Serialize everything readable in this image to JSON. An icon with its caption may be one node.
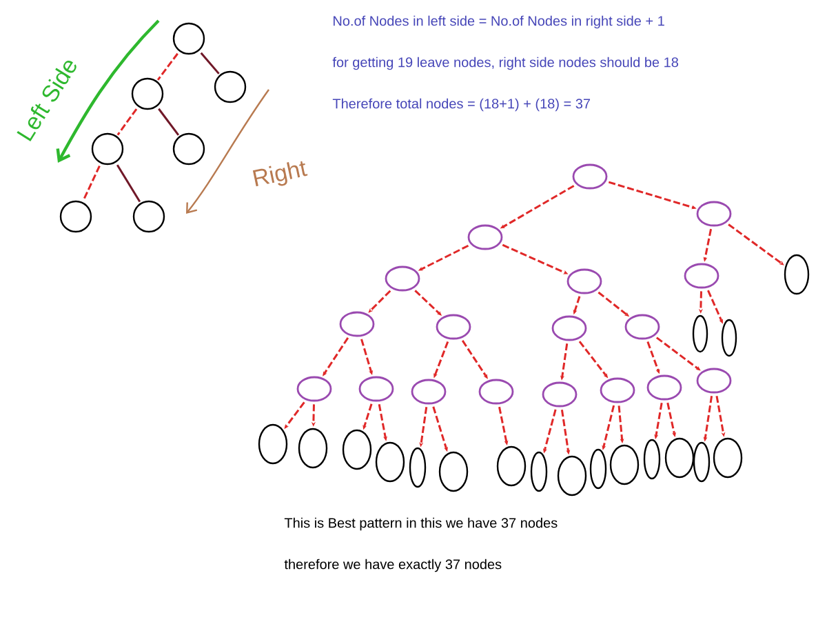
{
  "diagram": {
    "nodes": [
      {
        "text": [],
        "shape": "circle"
      },
      {
        "text": [],
        "shape": "circle"
      },
      {
        "text": [],
        "shape": "circle"
      },
      {
        "text": [],
        "shape": "circle"
      },
      {
        "text": [],
        "shape": "circle"
      },
      {
        "text": [],
        "shape": "circle"
      },
      {
        "text": [],
        "shape": "circle"
      },
      {
        "text": [],
        "shape": "circle"
      },
      {
        "text": [],
        "shape": "circle"
      },
      {
        "text": [],
        "shape": "circle"
      },
      {
        "text": [],
        "shape": "circle"
      },
      {
        "text": [],
        "shape": "circle"
      },
      {
        "text": [],
        "shape": "circle"
      },
      {
        "text": [],
        "shape": "circle"
      },
      {
        "text": [],
        "shape": "circle"
      },
      {
        "text": [],
        "shape": "circle"
      },
      {
        "text": [],
        "shape": "circle"
      },
      {
        "text": [],
        "shape": "circle"
      },
      {
        "text": [],
        "shape": "circle"
      },
      {
        "text": [],
        "shape": "circle"
      },
      {
        "text": [],
        "shape": "circle"
      },
      {
        "text": [],
        "shape": "circle"
      },
      {
        "text": [],
        "shape": "circle"
      },
      {
        "text": [],
        "shape": "circle"
      },
      {
        "text": [],
        "shape": "circle"
      },
      {
        "text": [],
        "shape": "circle"
      },
      {
        "text": [],
        "shape": "circle"
      },
      {
        "text": [],
        "shape": "circle"
      },
      {
        "text": [],
        "shape": "circle"
      },
      {
        "text": [],
        "shape": "circle"
      },
      {
        "text": [],
        "shape": "circle"
      },
      {
        "text": [],
        "shape": "circle"
      },
      {
        "text": [],
        "shape": "circle"
      },
      {
        "text": [],
        "shape": "circle"
      },
      {
        "text": [],
        "shape": "circle"
      },
      {
        "text": [],
        "shape": "circle"
      },
      {
        "text": [],
        "shape": "circle"
      },
      {
        "text": [],
        "shape": "circle"
      },
      {
        "text": [],
        "shape": "circle"
      },
      {
        "text": [],
        "shape": "circle"
      },
      {
        "text": [],
        "shape": "circle"
      },
      {
        "text": [],
        "shape": "circle"
      },
      {
        "text": [],
        "shape": "circle"
      }
    ],
    "edges": [
      {
        "from": 0,
        "to": 1,
        "arrow": "none",
        "style": "dashed"
      },
      {
        "from": 0,
        "to": 2,
        "arrow": "none",
        "color": "#701828"
      },
      {
        "from": 1,
        "to": 3,
        "arrow": "none",
        "style": "dashed"
      },
      {
        "from": 1,
        "to": 4,
        "arrow": "none",
        "color": "#701828"
      },
      {
        "from": 3,
        "to": 5,
        "arrow": "none",
        "style": "dashed"
      },
      {
        "from": 3,
        "to": 6,
        "arrow": "none",
        "color": "#701828"
      },
      {
        "from": 7,
        "to": 8,
        "arrow": "to",
        "style": "dashed"
      },
      {
        "from": 7,
        "to": 9,
        "arrow": "to",
        "style": "dashed"
      },
      {
        "from": 8,
        "to": 10,
        "arrow": "to",
        "style": "dashed"
      },
      {
        "from": 8,
        "to": 11,
        "arrow": "to",
        "style": "dashed"
      },
      {
        "from": 9,
        "to": 12,
        "arrow": "to",
        "style": "dashed"
      },
      {
        "from": 9,
        "to": 13,
        "arrow": "to",
        "style": "dashed"
      },
      {
        "from": 10,
        "to": 14,
        "arrow": "to",
        "style": "dashed"
      },
      {
        "from": 10,
        "to": 15,
        "arrow": "to",
        "style": "dashed"
      },
      {
        "from": 11,
        "to": 16,
        "arrow": "to",
        "style": "dashed"
      },
      {
        "from": 11,
        "to": 17,
        "arrow": "to",
        "style": "dashed"
      },
      {
        "from": 12,
        "to": 18,
        "arrow": "to",
        "style": "dashed"
      },
      {
        "from": 12,
        "to": 19,
        "arrow": "to",
        "style": "dashed"
      },
      {
        "from": 14,
        "to": 20,
        "arrow": "to",
        "style": "dashed"
      },
      {
        "from": 14,
        "to": 21,
        "arrow": "to",
        "style": "dashed"
      },
      {
        "from": 15,
        "to": 22,
        "arrow": "to",
        "style": "dashed"
      },
      {
        "from": 15,
        "to": 23,
        "arrow": "to",
        "style": "dashed"
      },
      {
        "from": 16,
        "to": 24,
        "arrow": "to",
        "style": "dashed"
      },
      {
        "from": 16,
        "to": 25,
        "arrow": "to",
        "style": "dashed"
      },
      {
        "from": 17,
        "to": 26,
        "arrow": "to",
        "style": "dashed"
      },
      {
        "from": 17,
        "to": 27,
        "arrow": "to",
        "style": "dashed"
      },
      {
        "from": 20,
        "to": 28,
        "arrow": "to",
        "style": "dashed"
      },
      {
        "from": 20,
        "to": 29,
        "arrow": "to",
        "style": "dashed"
      },
      {
        "from": 21,
        "to": 30,
        "arrow": "to",
        "style": "dashed"
      },
      {
        "from": 21,
        "to": 31,
        "arrow": "to",
        "style": "dashed"
      },
      {
        "from": 22,
        "to": 32,
        "arrow": "to",
        "style": "dashed"
      },
      {
        "from": 22,
        "to": 33,
        "arrow": "to",
        "style": "dashed"
      },
      {
        "from": 23,
        "to": 34,
        "arrow": "to",
        "style": "dashed"
      },
      {
        "from": 24,
        "to": 35,
        "arrow": "to",
        "style": "dashed"
      },
      {
        "from": 24,
        "to": 36,
        "arrow": "to",
        "style": "dashed"
      },
      {
        "from": 25,
        "to": 37,
        "arrow": "to",
        "style": "dashed"
      },
      {
        "from": 25,
        "to": 38,
        "arrow": "to",
        "style": "dashed"
      },
      {
        "from": 26,
        "to": 39,
        "arrow": "to",
        "style": "dashed"
      },
      {
        "from": 26,
        "to": 40,
        "arrow": "to",
        "style": "dashed"
      },
      {
        "from": 27,
        "to": 41,
        "arrow": "to",
        "style": "dashed"
      },
      {
        "from": 27,
        "to": 42,
        "arrow": "to",
        "style": "dashed"
      }
    ],
    "labels": [
      "Left Side",
      "No.of Nodes in left side = No.of Nodes in right side + 1",
      "for getting 19 leave nodes, right side nodes should be 18",
      "Therefore total nodes = (18+1) + (18) = 37",
      "Right",
      "This is Best pattern in this we have 37 nodes",
      "therefore we have exactly 37 nodes"
    ]
  }
}
